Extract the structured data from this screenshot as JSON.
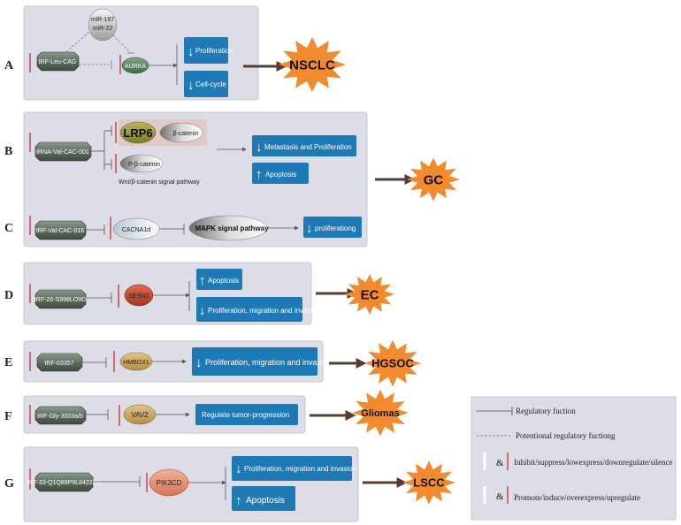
{
  "rows": {
    "A": {
      "label": "A",
      "trf": "tRF-Leu-CAG",
      "mirs": [
        "miR-197",
        "miR-22"
      ],
      "target": "AURKA",
      "outcomes": [
        "Proliferation",
        "Cell-cycle"
      ],
      "cancer": "NSCLC"
    },
    "B": {
      "label": "B",
      "trf": "tRNA-Val-CAC-001",
      "targets": [
        "LRP6",
        "β-catenin",
        "P-β-catenin"
      ],
      "pathway": "Wnt/β-catenin signal pathway",
      "outcomes": [
        "Metastasis and Proliferation",
        "Apoptosis"
      ]
    },
    "C": {
      "label": "C",
      "trf": "tRF-Val-CAC-016",
      "target": "CACNA1d",
      "pathway": "MAPK signal pathway",
      "outcomes": [
        "proliferationg"
      ]
    },
    "GC": {
      "cancer": "GC"
    },
    "D": {
      "label": "D",
      "trf": "tRF-20-S998LO9D",
      "target": "SESN2",
      "outcomes": [
        "Apoptosis",
        "Proliferation, migration and invasion"
      ],
      "cancer": "EC"
    },
    "E": {
      "label": "E",
      "trf": "tRF-03357",
      "target": "HMBOX1",
      "outcomes": [
        "Proliferation, migration and invasion"
      ],
      "cancer": "HGSOC"
    },
    "F": {
      "label": "F",
      "trf": "tRF-Gly-3003a/b",
      "target": "VAV2",
      "outcomes": [
        "Regulate tumor-progression"
      ],
      "cancer": "Gliomas"
    },
    "G": {
      "label": "G",
      "trf": "tRF-33-Q1Q89P9L8422D5",
      "target": "PIK3CD",
      "outcomes": [
        "Proliferation, migration and invasion",
        "Apoptosis"
      ],
      "cancer": "LSCC"
    }
  },
  "legend": {
    "regulatory": "Regulatory fuction",
    "potential": "Potentional regulatory fuctiong",
    "inhibit": "Inhibit/suppress/lowexpress/downregulate/silence",
    "promote": "Promote/induce/overexpress/upregulate",
    "amp": "&"
  },
  "symbols": {
    "down": "↓",
    "up": "↑"
  },
  "colors": {
    "panel": "#dcdde6",
    "box": "#1f79b5",
    "star": "#f28a2e",
    "hexagon": "#5e6e60",
    "red_marker": "#d0302a",
    "arrow": "#5a3b30"
  }
}
